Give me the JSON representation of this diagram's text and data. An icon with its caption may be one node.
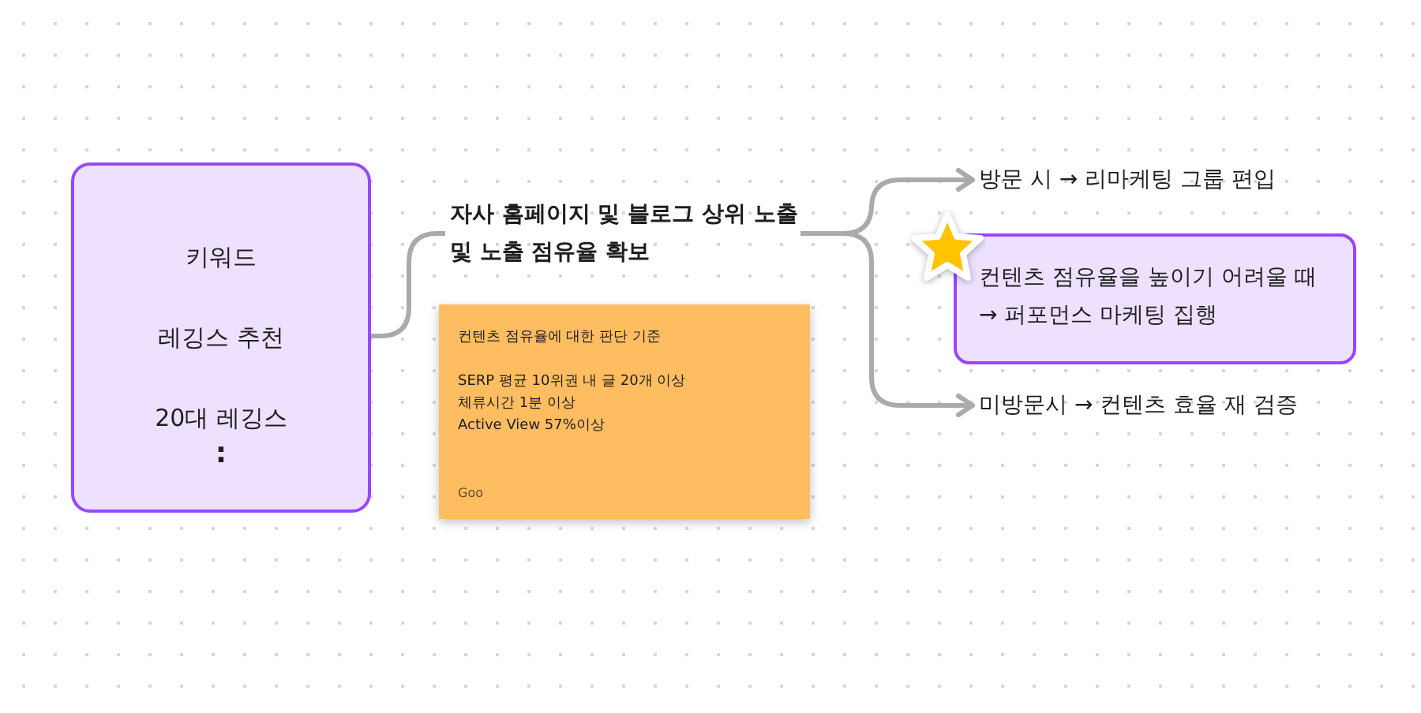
{
  "diagram": {
    "nodes": [
      {
        "text": [
          "키워드",
          "레깅스 추천",
          "20대 레깅스",
          ":"
        ]
      },
      {
        "text": [
          "자사 홈페이지 및 블로그 상위 노출 및 노출 점유율 확보"
        ]
      },
      {
        "text": [
          "컨텐츠 점유율에 대한 판단 기준",
          "SERP 평균 10위권 내 글 20개 이상",
          "체류시간 1분 이상",
          "Active View 57%이상",
          "Goo"
        ]
      },
      {
        "text": [
          "방문 시 → 리마케팅 그룹 편입"
        ]
      },
      {
        "text": [
          "컨텐츠 점유율을 높이기 어려울 때 → 퍼포먼스 마케팅 집행"
        ]
      },
      {
        "text": [
          "미방문시 → 컨텐츠 효율 재 검증"
        ]
      }
    ],
    "edges": [
      {
        "from": 0,
        "to": 1,
        "arrow": "none"
      },
      {
        "from": 1,
        "to": 3,
        "arrow": "to"
      },
      {
        "from": 1,
        "to": 5,
        "arrow": "to"
      }
    ]
  }
}
